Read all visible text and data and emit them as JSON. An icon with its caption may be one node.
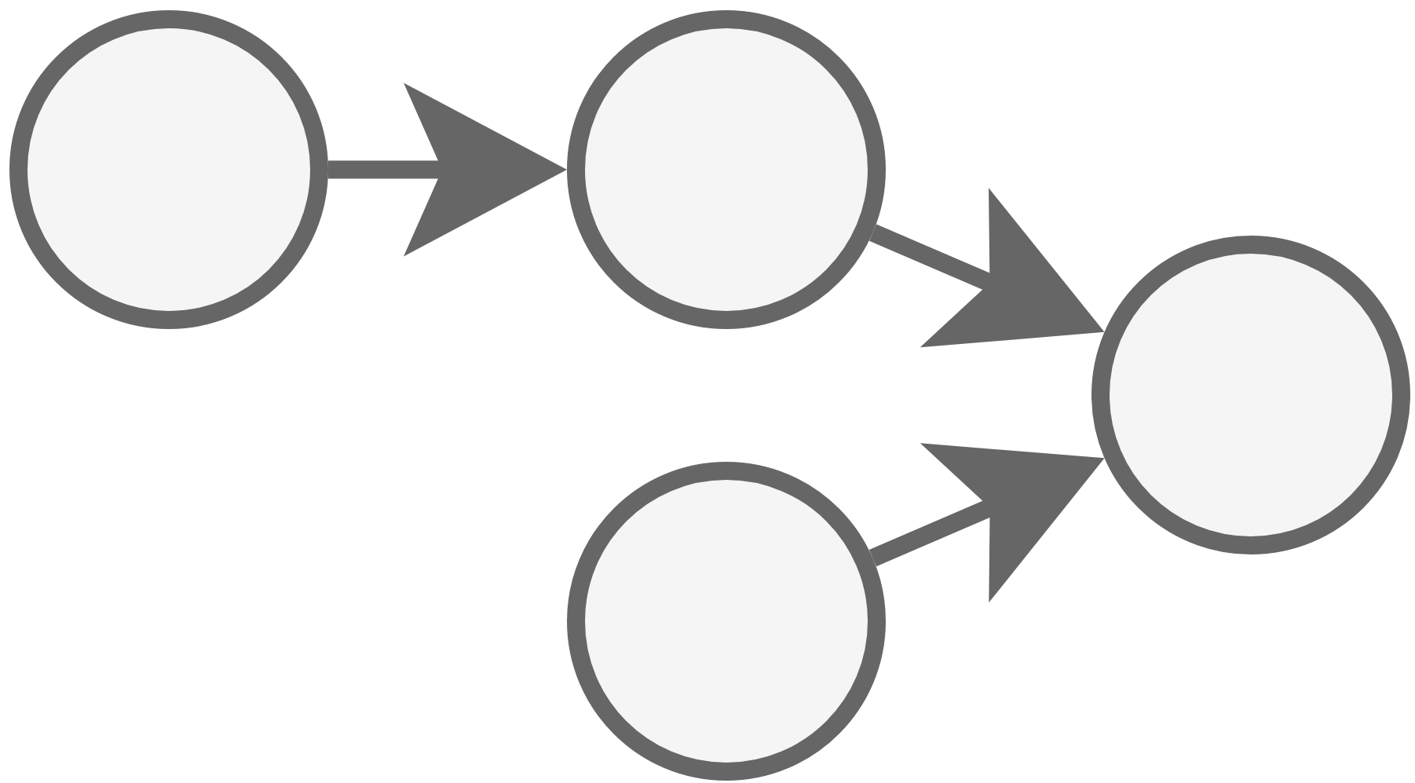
{
  "diagram": {
    "nodes": [
      {
        "text": [],
        "shape": "circle"
      },
      {
        "text": [],
        "shape": "circle"
      },
      {
        "text": [],
        "shape": "circle"
      },
      {
        "text": [],
        "shape": "circle"
      }
    ],
    "edges": [
      {
        "from": 0,
        "to": 1,
        "arrow": "to"
      },
      {
        "from": 1,
        "to": 3,
        "arrow": "to"
      },
      {
        "from": 2,
        "to": 3,
        "arrow": "to"
      }
    ]
  }
}
